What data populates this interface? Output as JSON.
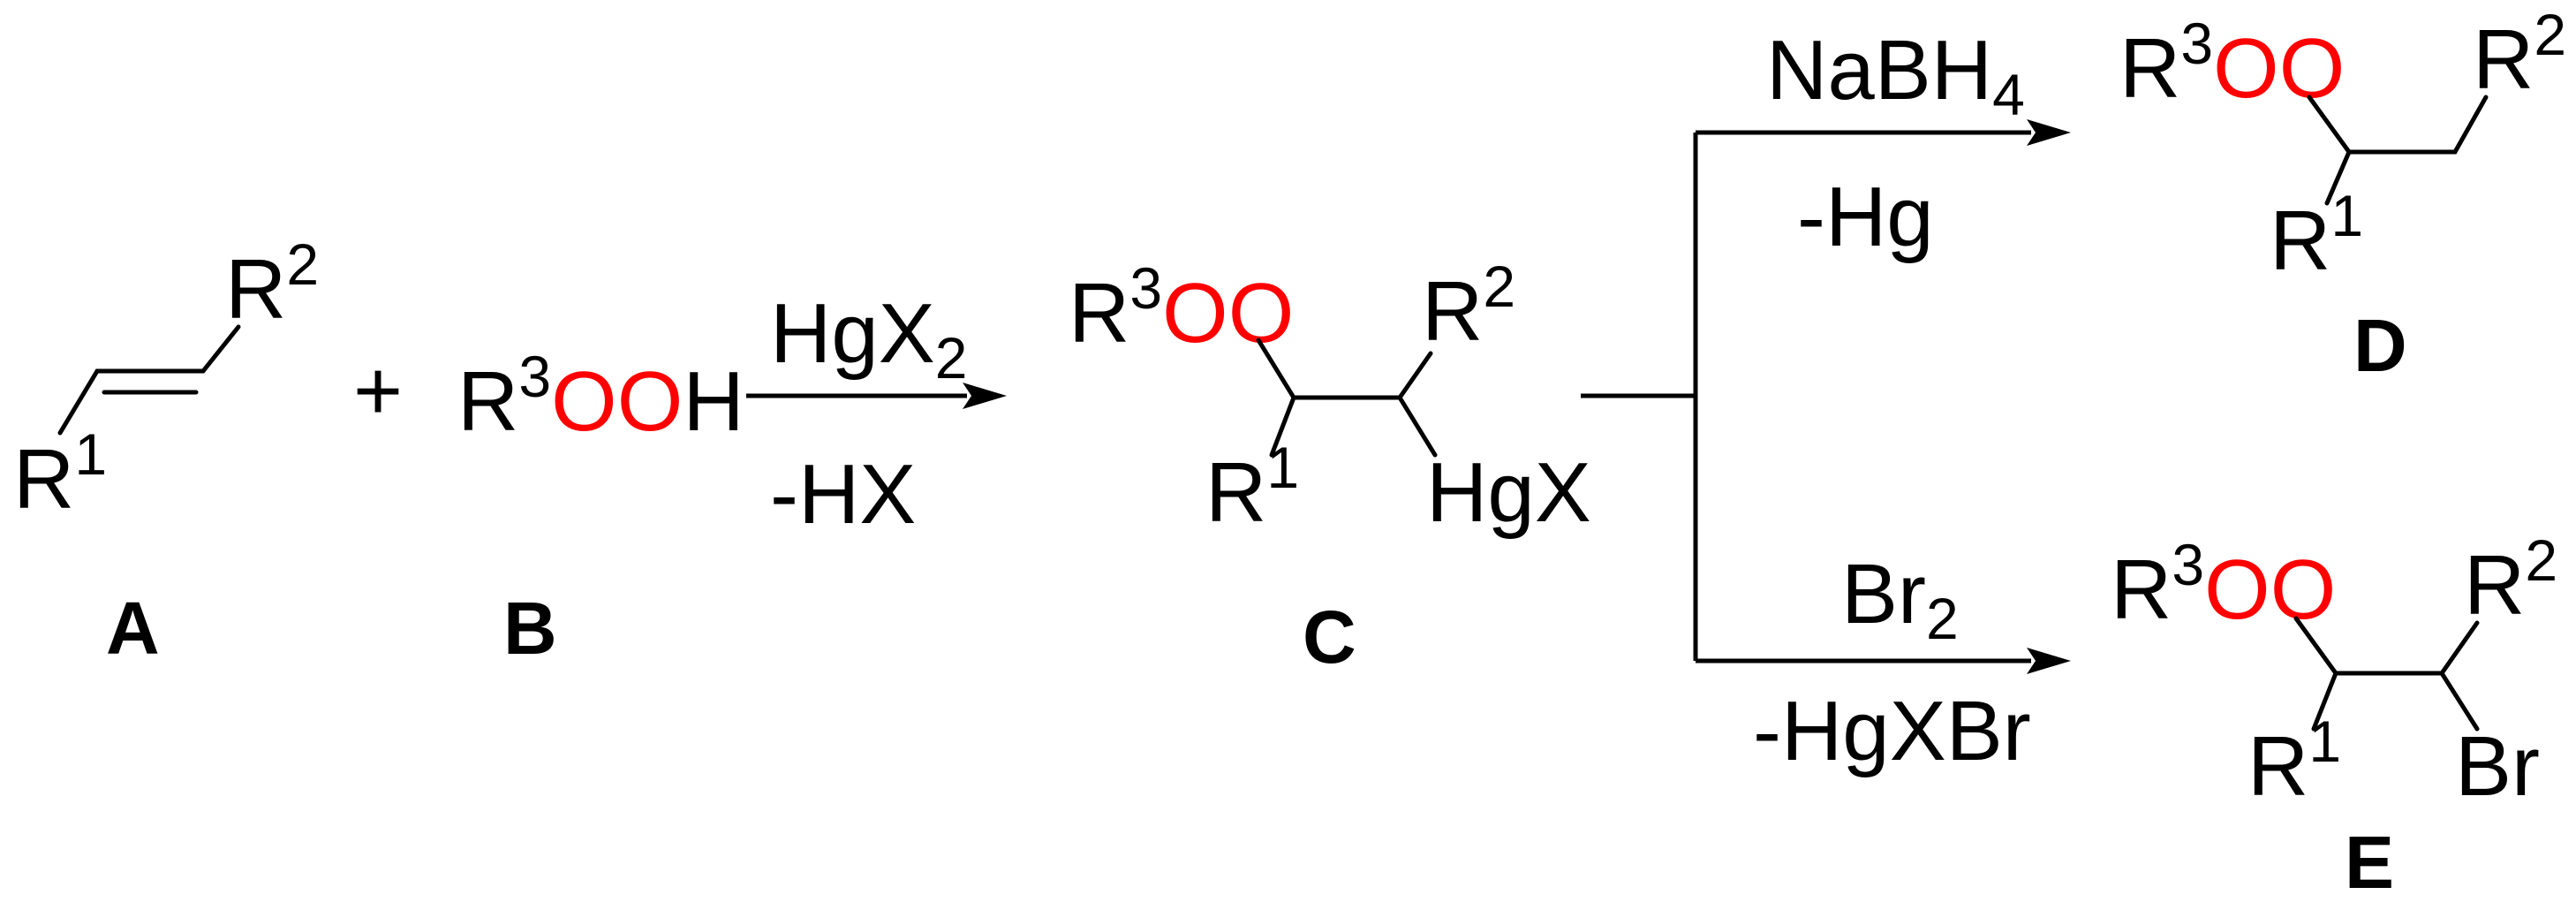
{
  "colors": {
    "oxygen": "#ff0000",
    "ink": "#000000"
  },
  "compounds": {
    "A": {
      "label": "A",
      "r1": "R",
      "r1_sup": "1",
      "r2": "R",
      "r2_sup": "2"
    },
    "B": {
      "label": "B",
      "r": "R",
      "r_sup": "3",
      "oxy": "OO",
      "h": "H"
    },
    "C": {
      "label": "C",
      "r3": "R",
      "r3_sup": "3",
      "oxy": "OO",
      "r2": "R",
      "r2_sup": "2",
      "r1": "R",
      "r1_sup": "1",
      "hgx": "HgX"
    },
    "D": {
      "label": "D",
      "r3": "R",
      "r3_sup": "3",
      "oxy": "OO",
      "r2": "R",
      "r2_sup": "2",
      "r1": "R",
      "r1_sup": "1"
    },
    "E": {
      "label": "E",
      "r3": "R",
      "r3_sup": "3",
      "oxy": "OO",
      "r2": "R",
      "r2_sup": "2",
      "r1": "R",
      "r1_sup": "1",
      "br": "Br"
    }
  },
  "plus": "+",
  "arrows": {
    "step1": {
      "above": "HgX",
      "above_sub": "2",
      "below": "-HX"
    },
    "to_D": {
      "above": "NaBH",
      "above_sub": "4",
      "below": "-Hg"
    },
    "to_E": {
      "above": "Br",
      "above_sub": "2",
      "below": "-HgXBr"
    }
  }
}
